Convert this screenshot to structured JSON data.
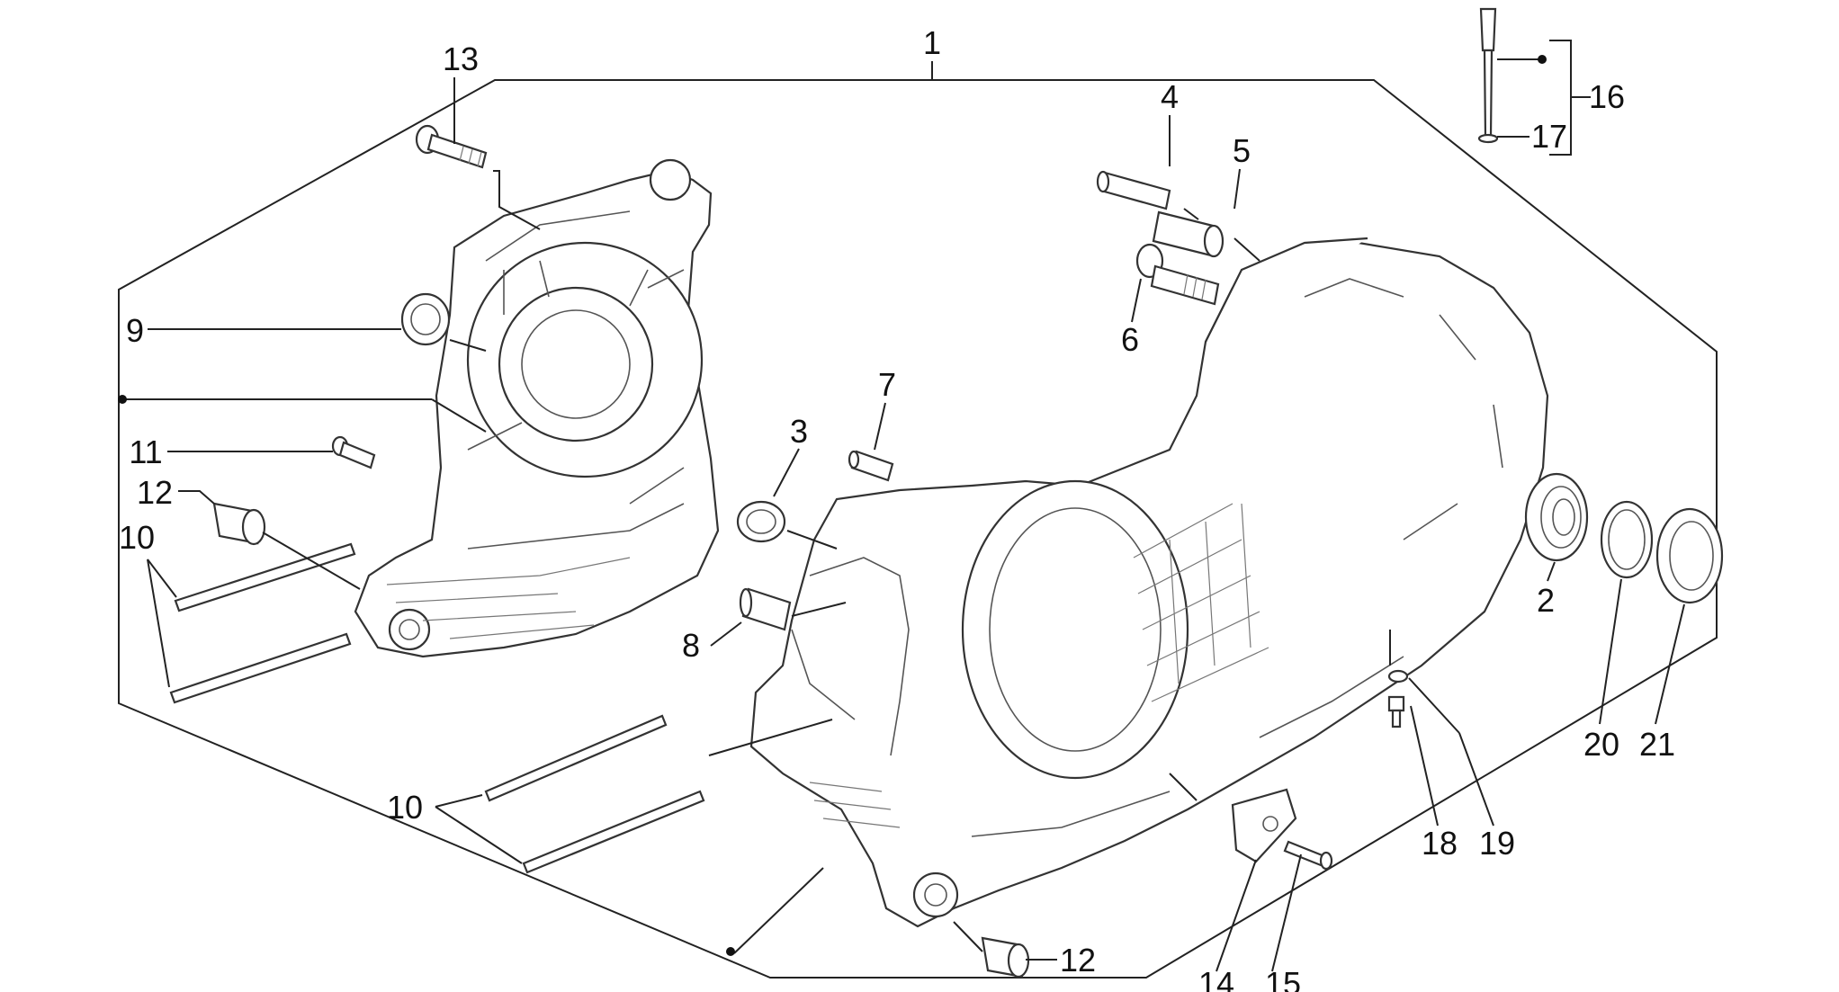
{
  "diagram": {
    "callouts": {
      "c1": "1",
      "c2": "2",
      "c3": "3",
      "c4": "4",
      "c5": "5",
      "c6": "6",
      "c7": "7",
      "c8": "8",
      "c9": "9",
      "c10a": "10",
      "c10b": "10",
      "c11": "11",
      "c12a": "12",
      "c12b": "12",
      "c13": "13",
      "c14": "14",
      "c15": "15",
      "c16": "16",
      "c17": "17",
      "c18": "18",
      "c19": "19",
      "c20": "20",
      "c21": "21"
    }
  }
}
